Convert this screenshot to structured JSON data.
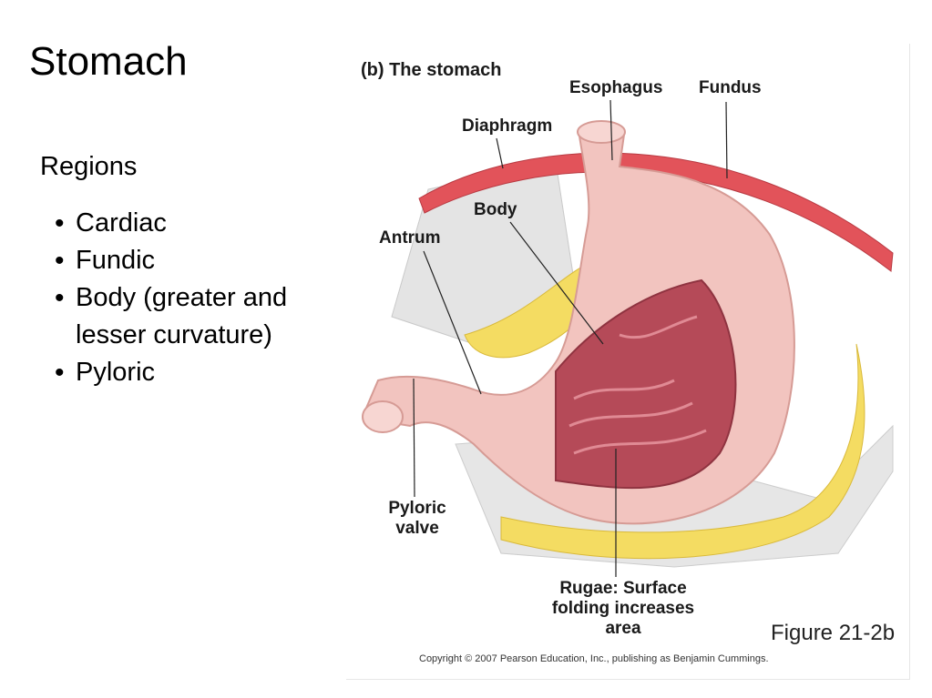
{
  "slide": {
    "title": "Stomach",
    "subheading": "Regions",
    "bullets": [
      "Cardiac",
      "Fundic",
      "Body (greater and lesser curvature)",
      "Pyloric"
    ],
    "bullet_glyph": "•"
  },
  "figure": {
    "title": "(b) The stomach",
    "labels": {
      "esophagus": "Esophagus",
      "fundus": "Fundus",
      "diaphragm": "Diaphragm",
      "body": "Body",
      "antrum": "Antrum",
      "pyloric_valve": "Pyloric valve",
      "rugae": "Rugae: Surface folding increases area"
    },
    "caption": "Figure 21-2b",
    "copyright": "Copyright © 2007 Pearson Education, Inc., publishing as Benjamin Cummings.",
    "colors": {
      "stomach": "#f2c4bf",
      "diaphragm": "#e2535a",
      "mesentery": "#dcdcdc",
      "fat": "#f4dc62",
      "rugae": "#b54a58"
    }
  }
}
